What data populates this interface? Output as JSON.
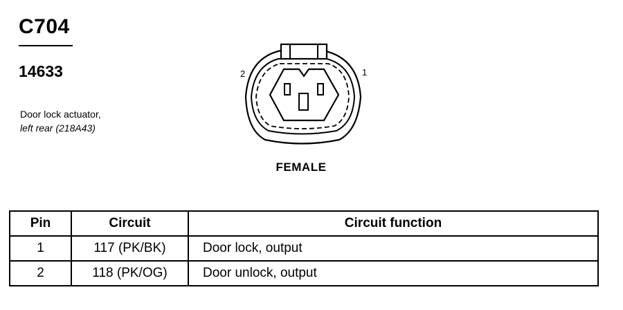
{
  "connector": {
    "id": "C704",
    "part_number": "14633",
    "description_line1": "Door lock actuator,",
    "description_line2": "left rear (218A43)",
    "pin_labels": {
      "left": "2",
      "right": "1"
    },
    "gender": "FEMALE"
  },
  "table": {
    "headers": {
      "pin": "Pin",
      "circuit": "Circuit",
      "function": "Circuit function"
    },
    "rows": [
      {
        "pin": "1",
        "circuit": "117 (PK/BK)",
        "function": "Door lock, output"
      },
      {
        "pin": "2",
        "circuit": "118 (PK/OG)",
        "function": "Door unlock, output"
      }
    ]
  }
}
